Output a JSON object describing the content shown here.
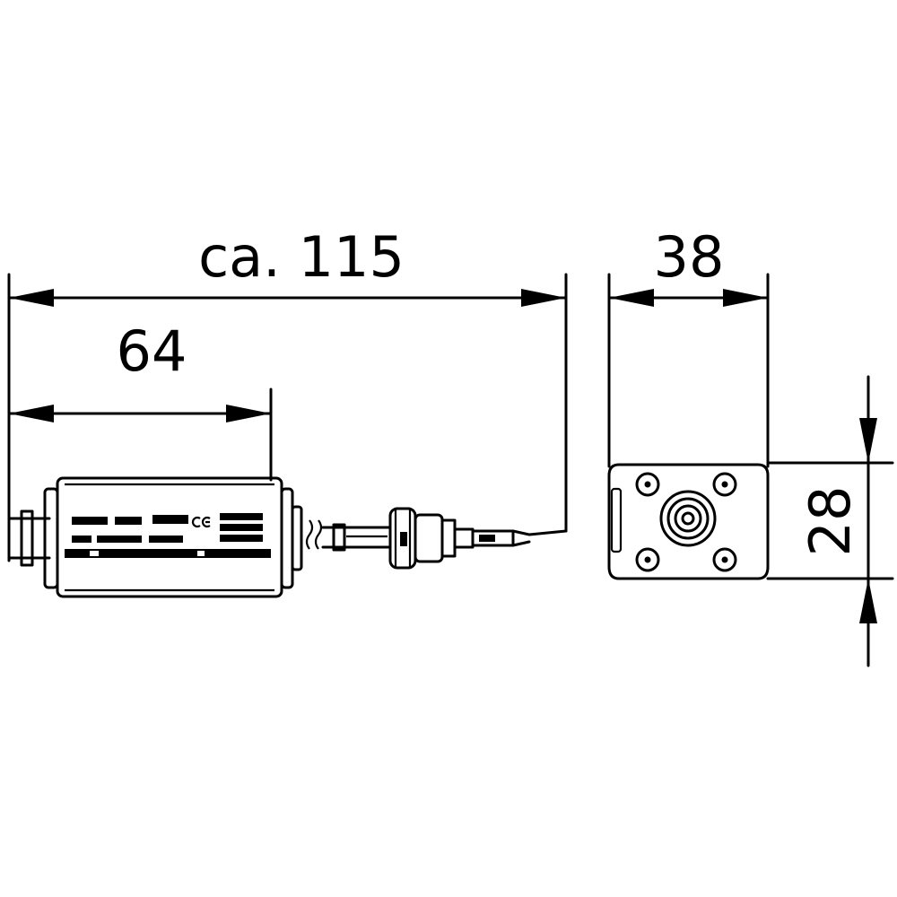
{
  "dimensions": {
    "overall_length": "ca. 115",
    "body_length": "64",
    "width": "38",
    "height": "28"
  },
  "colors": {
    "line": "#000000",
    "background": "#ffffff"
  }
}
